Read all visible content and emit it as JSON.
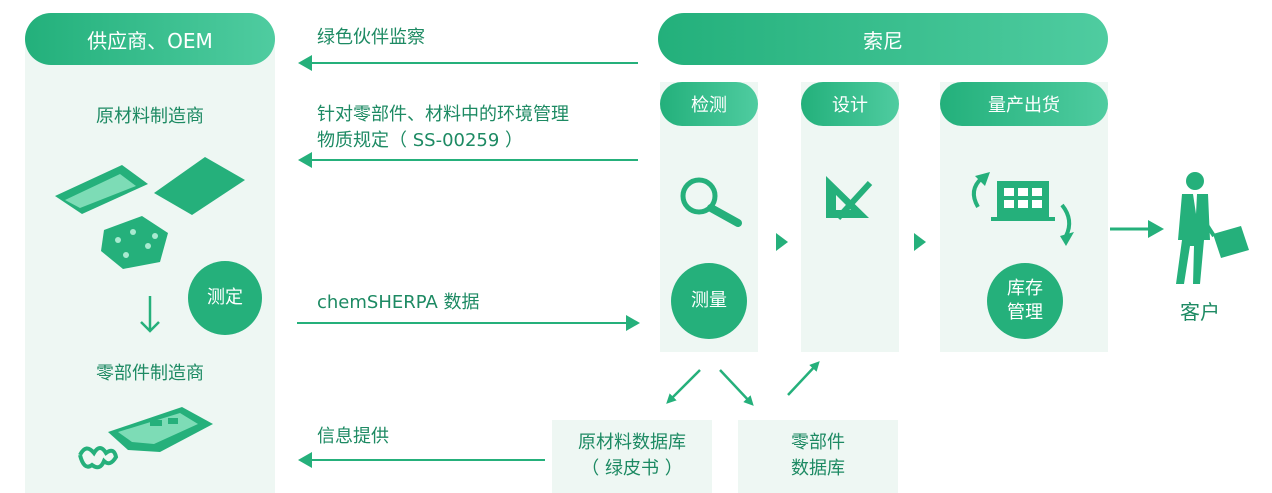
{
  "supplier": {
    "header": "供应商、OEM",
    "raw_maker": "原材料制造商",
    "measure": "测定",
    "parts_maker": "零部件制造商"
  },
  "sony": {
    "header": "索尼",
    "inspect": "检测",
    "measure_amount": "测量",
    "design": "设计",
    "mass_production": "量产出货",
    "inventory_line1": "库存",
    "inventory_line2": "管理"
  },
  "customer": "客户",
  "flows": {
    "green_partner": "绿色伙伴监察",
    "regulation_line1": "针对零部件、材料中的环境管理",
    "regulation_line2": "物质规定（ SS-00259 ）",
    "chemsherpa": "chemSHERPA 数据",
    "info_provide": "信息提供"
  },
  "databases": {
    "raw_db_line1": "原材料数据库",
    "raw_db_line2": "（ 绿皮书 ）",
    "parts_db_line1": "零部件",
    "parts_db_line2": "数据库"
  },
  "colors": {
    "primary": "#25b07b",
    "gradient_end": "#4fcca0",
    "panel_bg": "#eef7f3",
    "text": "#1d8a63"
  }
}
